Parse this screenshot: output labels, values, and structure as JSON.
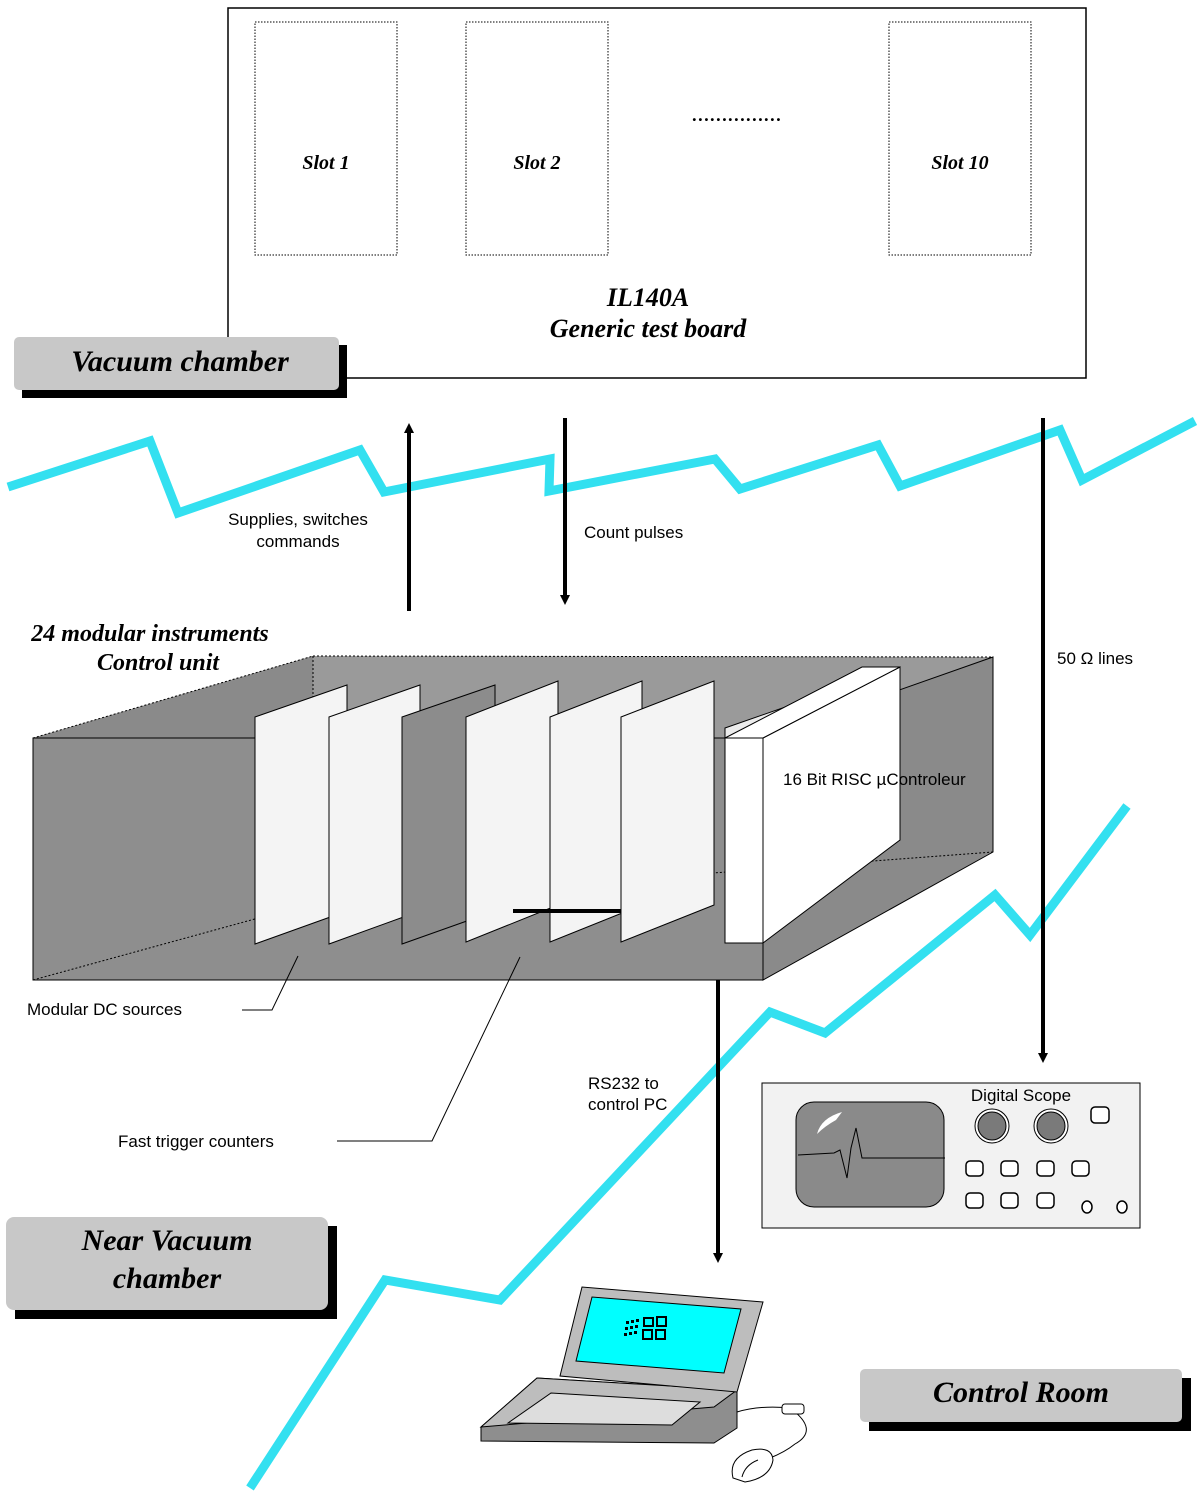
{
  "board": {
    "slot1": "Slot 1",
    "slot2": "Slot 2",
    "slot10": "Slot 10",
    "dots": "……………",
    "title_line1": "IL140A",
    "title_line2": "Generic test board"
  },
  "zones": {
    "vacuum": "Vacuum chamber",
    "near_line1": "Near Vacuum",
    "near_line2": "chamber",
    "control_room": "Control Room"
  },
  "signals": {
    "supplies_line1": "Supplies, switches",
    "supplies_line2": "commands",
    "count_pulses": "Count pulses",
    "lines_50": "50 Ω lines",
    "rs232_line1": "RS232 to",
    "rs232_line2": "control PC"
  },
  "control_unit": {
    "title_line1": "24 modular instruments",
    "title_line2": "Control unit",
    "risc": "16 Bit RISC µControleur"
  },
  "annotations": {
    "dc_sources": "Modular  DC sources",
    "trigger_counters": "Fast trigger counters"
  },
  "scope": {
    "label": "Digital Scope"
  },
  "colors": {
    "boundary": "#33e0f0",
    "rack_dark": "#8a8a8a",
    "rack_floor": "#a8a8a8",
    "card_light": "#f4f4f4",
    "card_dark": "#8c8c8c",
    "badge": "#c8c8c8",
    "screen": "#00ffff"
  }
}
